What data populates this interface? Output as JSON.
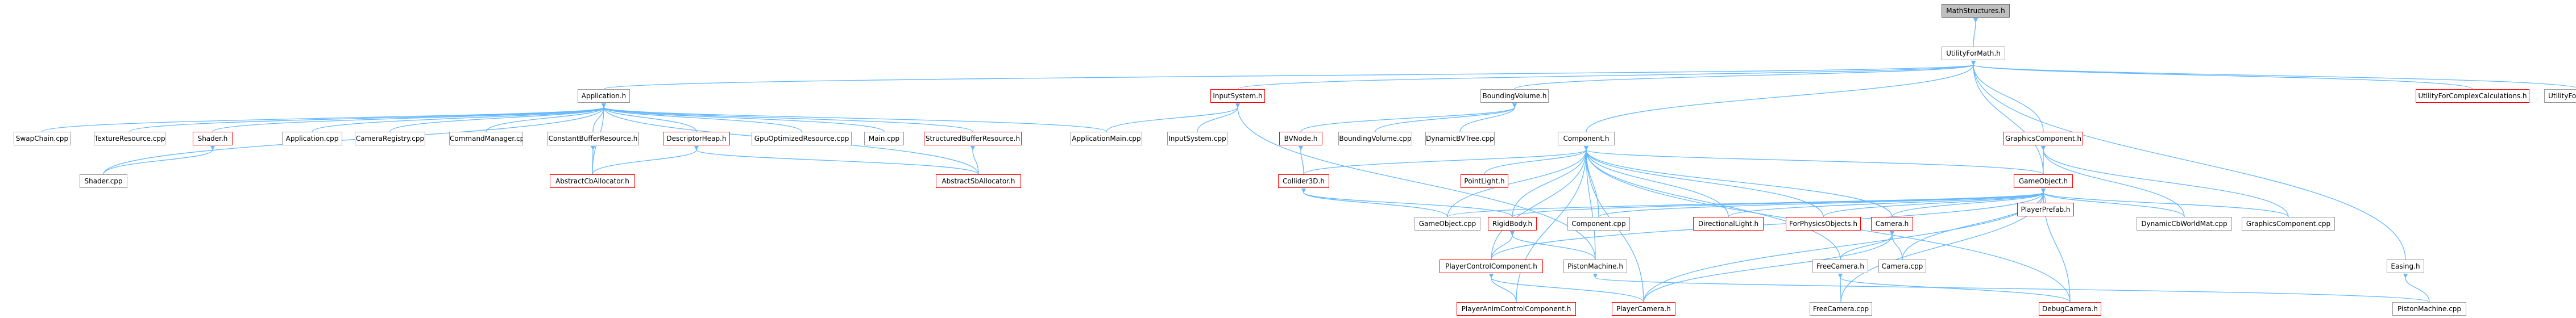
{
  "colors": {
    "edge": "#63b8ff",
    "default_border": "#999999",
    "warning_border": "#ff0000",
    "root_fill": "#bfbfbf"
  },
  "nodes": [
    {
      "id": "mathstructures_h",
      "label": "MathStructures.h",
      "root": true
    },
    {
      "id": "utilityformath_h",
      "label": "UtilityForMath.h"
    },
    {
      "id": "application_h",
      "label": "Application.h"
    },
    {
      "id": "inputsystem_h",
      "label": "InputSystem.h",
      "red": true
    },
    {
      "id": "boundingvolume_h",
      "label": "BoundingVolume.h"
    },
    {
      "id": "utilityforcomplexcalculations_h",
      "label": "UtilityForComplexCalculations.h",
      "red": true
    },
    {
      "id": "utilityformath_cpp",
      "label": "UtilityForMath.cpp"
    },
    {
      "id": "swapchain_cpp",
      "label": "SwapChain.cpp"
    },
    {
      "id": "textureresource_cpp",
      "label": "TextureResource.cpp"
    },
    {
      "id": "shader_h",
      "label": "Shader.h",
      "red": true
    },
    {
      "id": "application_cpp",
      "label": "Application.cpp"
    },
    {
      "id": "cameraregistry_cpp",
      "label": "CameraRegistry.cpp"
    },
    {
      "id": "commandmanager_cpp",
      "label": "CommandManager.cpp"
    },
    {
      "id": "constantbufferresource_h",
      "label": "ConstantBufferResource.h"
    },
    {
      "id": "descriptorheap_h",
      "label": "DescriptorHeap.h",
      "red": true
    },
    {
      "id": "gpuoptimizedresource_cpp",
      "label": "GpuOptimizedResource.cpp"
    },
    {
      "id": "main_cpp",
      "label": "Main.cpp"
    },
    {
      "id": "structuredbufferresource_h",
      "label": "StructuredBufferResource.h",
      "red": true
    },
    {
      "id": "applicationmain_cpp",
      "label": "ApplicationMain.cpp"
    },
    {
      "id": "inputsystem_cpp",
      "label": "InputSystem.cpp"
    },
    {
      "id": "bvnode_h",
      "label": "BVNode.h",
      "red": true
    },
    {
      "id": "boundingvolume_cpp",
      "label": "BoundingVolume.cpp"
    },
    {
      "id": "dynamicbvtree_cpp",
      "label": "DynamicBVTree.cpp"
    },
    {
      "id": "component_h",
      "label": "Component.h"
    },
    {
      "id": "graphicscomponent_h",
      "label": "GraphicsComponent.h",
      "red": true
    },
    {
      "id": "shader_cpp",
      "label": "Shader.cpp"
    },
    {
      "id": "abstractcballocator_h",
      "label": "AbstractCbAllocator.h",
      "red": true
    },
    {
      "id": "abstractsballocator_h",
      "label": "AbstractSbAllocator.h",
      "red": true
    },
    {
      "id": "collider3d_h",
      "label": "Collider3D.h",
      "red": true
    },
    {
      "id": "pointlight_h",
      "label": "PointLight.h",
      "red": true
    },
    {
      "id": "gameobject_h",
      "label": "GameObject.h",
      "red": true
    },
    {
      "id": "playerprefab_h",
      "label": "PlayerPrefab.h",
      "red": true
    },
    {
      "id": "gameobject_cpp",
      "label": "GameObject.cpp"
    },
    {
      "id": "rigidbody_h",
      "label": "RigidBody.h",
      "red": true
    },
    {
      "id": "component_cpp",
      "label": "Component.cpp"
    },
    {
      "id": "directionallight_h",
      "label": "DirectionalLight.h",
      "red": true
    },
    {
      "id": "forphysicsobjects_h",
      "label": "ForPhysicsObjects.h",
      "red": true
    },
    {
      "id": "camera_h",
      "label": "Camera.h",
      "red": true
    },
    {
      "id": "dynamiccbworldmat_cpp",
      "label": "DynamicCbWorldMat.cpp"
    },
    {
      "id": "graphicscomponent_cpp",
      "label": "GraphicsComponent.cpp"
    },
    {
      "id": "easing_h",
      "label": "Easing.h"
    },
    {
      "id": "playercontrolcomponent_h",
      "label": "PlayerControlComponent.h",
      "red": true
    },
    {
      "id": "pistonmachine_h",
      "label": "PistonMachine.h"
    },
    {
      "id": "freecamera_h",
      "label": "FreeCamera.h"
    },
    {
      "id": "camera_cpp",
      "label": "Camera.cpp"
    },
    {
      "id": "playeranimcontrolcomponent_h",
      "label": "PlayerAnimControlComponent.h",
      "red": true
    },
    {
      "id": "playercamera_h",
      "label": "PlayerCamera.h",
      "red": true
    },
    {
      "id": "freecamera_cpp",
      "label": "FreeCamera.cpp"
    },
    {
      "id": "debugcamera_h",
      "label": "DebugCamera.h",
      "red": true
    },
    {
      "id": "pistonmachine_cpp",
      "label": "PistonMachine.cpp"
    }
  ],
  "edges": [
    [
      "mathstructures_h",
      "utilityformath_h"
    ],
    [
      "utilityformath_h",
      "application_h"
    ],
    [
      "utilityformath_h",
      "inputsystem_h"
    ],
    [
      "utilityformath_h",
      "boundingvolume_h"
    ],
    [
      "utilityformath_h",
      "component_h"
    ],
    [
      "utilityformath_h",
      "gameobject_h"
    ],
    [
      "utilityformath_h",
      "graphicscomponent_h"
    ],
    [
      "utilityformath_h",
      "utilityforcomplexcalculations_h"
    ],
    [
      "utilityformath_h",
      "utilityformath_cpp"
    ],
    [
      "utilityformath_h",
      "easing_h"
    ],
    [
      "application_h",
      "swapchain_cpp"
    ],
    [
      "application_h",
      "textureresource_cpp"
    ],
    [
      "application_h",
      "shader_h"
    ],
    [
      "application_h",
      "application_cpp"
    ],
    [
      "application_h",
      "cameraregistry_cpp"
    ],
    [
      "application_h",
      "commandmanager_cpp"
    ],
    [
      "application_h",
      "constantbufferresource_h"
    ],
    [
      "application_h",
      "descriptorheap_h"
    ],
    [
      "application_h",
      "gpuoptimizedresource_cpp"
    ],
    [
      "application_h",
      "main_cpp"
    ],
    [
      "application_h",
      "structuredbufferresource_h"
    ],
    [
      "application_h",
      "applicationmain_cpp"
    ],
    [
      "application_h",
      "shader_cpp"
    ],
    [
      "application_h",
      "abstractcballocator_h"
    ],
    [
      "application_h",
      "abstractsballocator_h"
    ],
    [
      "shader_h",
      "shader_cpp"
    ],
    [
      "constantbufferresource_h",
      "abstractcballocator_h"
    ],
    [
      "descriptorheap_h",
      "abstractcballocator_h"
    ],
    [
      "descriptorheap_h",
      "abstractsballocator_h"
    ],
    [
      "structuredbufferresource_h",
      "abstractsballocator_h"
    ],
    [
      "inputsystem_h",
      "applicationmain_cpp"
    ],
    [
      "inputsystem_h",
      "inputsystem_cpp"
    ],
    [
      "inputsystem_h",
      "pistonmachine_h"
    ],
    [
      "boundingvolume_h",
      "bvnode_h"
    ],
    [
      "boundingvolume_h",
      "boundingvolume_cpp"
    ],
    [
      "boundingvolume_h",
      "dynamicbvtree_cpp"
    ],
    [
      "bvnode_h",
      "collider3d_h"
    ],
    [
      "component_h",
      "collider3d_h"
    ],
    [
      "component_h",
      "pointlight_h"
    ],
    [
      "component_h",
      "gameobject_h"
    ],
    [
      "component_h",
      "gameobject_cpp"
    ],
    [
      "component_h",
      "rigidbody_h"
    ],
    [
      "component_h",
      "component_cpp"
    ],
    [
      "component_h",
      "directionallight_h"
    ],
    [
      "component_h",
      "forphysicsobjects_h"
    ],
    [
      "component_h",
      "camera_h"
    ],
    [
      "component_h",
      "freecamera_h"
    ],
    [
      "component_h",
      "playercontrolcomponent_h"
    ],
    [
      "component_h",
      "playeranimcontrolcomponent_h"
    ],
    [
      "component_h",
      "pistonmachine_h"
    ],
    [
      "component_h",
      "playercamera_h"
    ],
    [
      "component_h",
      "debugcamera_h"
    ],
    [
      "collider3d_h",
      "gameobject_cpp"
    ],
    [
      "collider3d_h",
      "rigidbody_h"
    ],
    [
      "graphicscomponent_h",
      "gameobject_h"
    ],
    [
      "graphicscomponent_h",
      "dynamiccbworldmat_cpp"
    ],
    [
      "graphicscomponent_h",
      "graphicscomponent_cpp"
    ],
    [
      "gameobject_h",
      "gameobject_cpp"
    ],
    [
      "gameobject_h",
      "rigidbody_h"
    ],
    [
      "gameobject_h",
      "component_cpp"
    ],
    [
      "gameobject_h",
      "directionallight_h"
    ],
    [
      "gameobject_h",
      "forphysicsobjects_h"
    ],
    [
      "gameobject_h",
      "camera_h"
    ],
    [
      "gameobject_h",
      "dynamiccbworldmat_cpp"
    ],
    [
      "gameobject_h",
      "graphicscomponent_cpp"
    ],
    [
      "gameobject_h",
      "playerprefab_h"
    ],
    [
      "gameobject_h",
      "camera_cpp"
    ],
    [
      "gameobject_h",
      "freecamera_cpp"
    ],
    [
      "gameobject_h",
      "playercamera_h"
    ],
    [
      "gameobject_h",
      "debugcamera_h"
    ],
    [
      "gameobject_h",
      "playercontrolcomponent_h"
    ],
    [
      "rigidbody_h",
      "playercontrolcomponent_h"
    ],
    [
      "rigidbody_h",
      "pistonmachine_h"
    ],
    [
      "playercontrolcomponent_h",
      "playeranimcontrolcomponent_h"
    ],
    [
      "playercontrolcomponent_h",
      "playercamera_h"
    ],
    [
      "camera_h",
      "freecamera_h"
    ],
    [
      "camera_h",
      "camera_cpp"
    ],
    [
      "camera_h",
      "playercamera_h"
    ],
    [
      "freecamera_h",
      "freecamera_cpp"
    ],
    [
      "freecamera_h",
      "debugcamera_h"
    ],
    [
      "easing_h",
      "pistonmachine_cpp"
    ],
    [
      "pistonmachine_h",
      "pistonmachine_cpp"
    ]
  ]
}
